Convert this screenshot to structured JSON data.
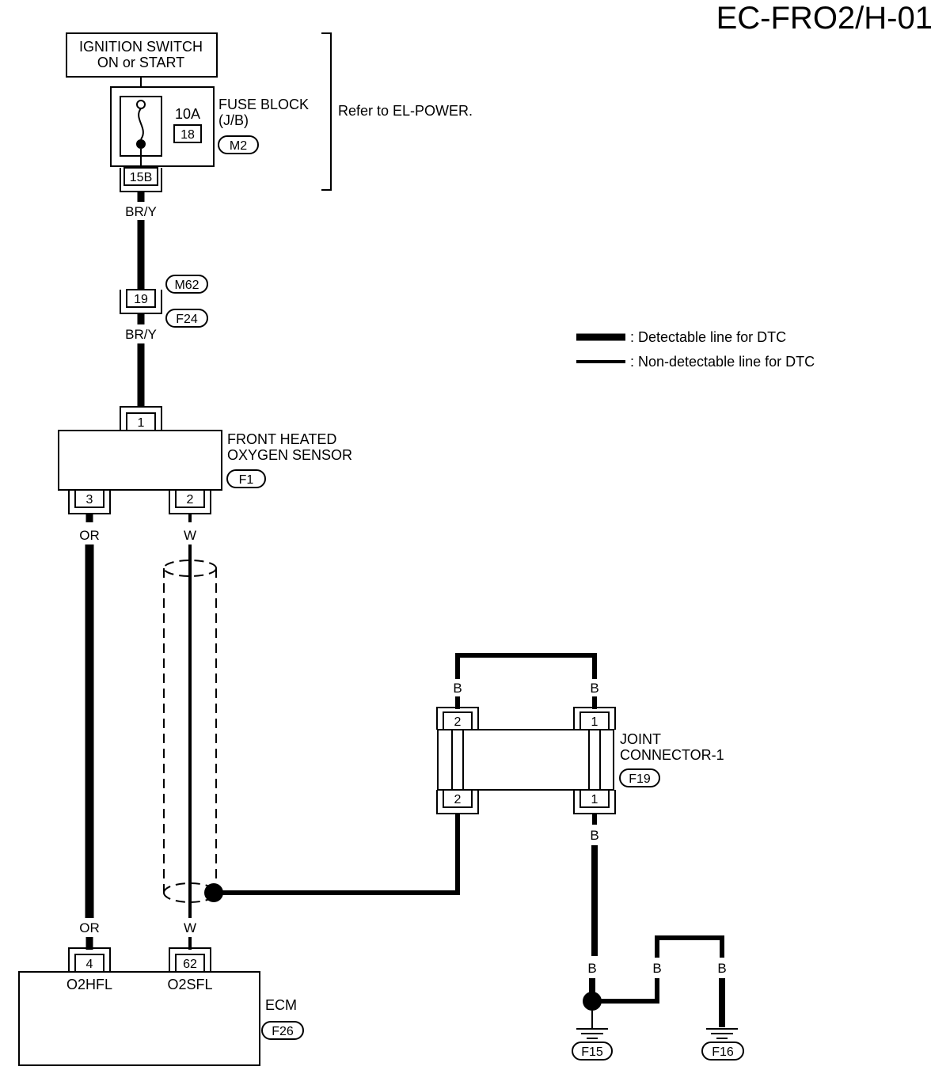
{
  "page_title": "EC-FRO2/H-01",
  "ignition": {
    "line1": "IGNITION SWITCH",
    "line2": "ON or START"
  },
  "fuse_block": {
    "label1": "FUSE BLOCK",
    "label2": "(J/B)",
    "connector": "M2",
    "rating": "10A",
    "fuse_no": "18",
    "pin": "15B",
    "note": "Refer to EL-POWER."
  },
  "inline_connector": {
    "pin": "19",
    "upper": "M62",
    "lower": "F24"
  },
  "wires": {
    "br_y_1": "BR/Y",
    "br_y_2": "BR/Y",
    "or_top": "OR",
    "w_top": "W",
    "or_bottom": "OR",
    "w_bottom": "W",
    "jc_b_left": "B",
    "jc_b_right": "B",
    "jc_b_out": "B",
    "gnd_b1": "B",
    "gnd_b2": "B",
    "gnd_b3": "B"
  },
  "sensor": {
    "label1": "FRONT HEATED",
    "label2": "OXYGEN SENSOR",
    "connector": "F1",
    "pin_top": "1",
    "pin_left": "3",
    "pin_right": "2"
  },
  "legend": {
    "detectable": ": Detectable line for DTC",
    "non_detectable": ": Non-detectable line for DTC"
  },
  "joint": {
    "label1": "JOINT",
    "label2": "CONNECTOR-1",
    "connector": "F19",
    "pin_top_left": "2",
    "pin_top_right": "1",
    "pin_bottom_left": "2",
    "pin_bottom_right": "1"
  },
  "ecm": {
    "label": "ECM",
    "connector": "F26",
    "pin_left": "4",
    "pin_right": "62",
    "term_left": "O2HFL",
    "term_right": "O2SFL"
  },
  "grounds": {
    "g1": "F15",
    "g2": "F16"
  },
  "colors": {
    "ink": "#000000",
    "paper": "#ffffff"
  }
}
